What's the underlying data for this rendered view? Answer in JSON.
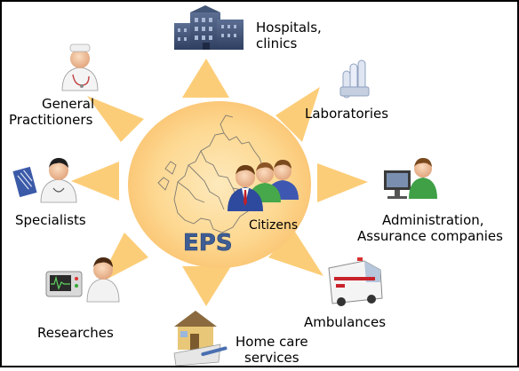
{
  "diagram": {
    "center": {
      "logo_text": "EPS",
      "citizens_label": "Citizens"
    },
    "nodes": {
      "hospitals": {
        "line1": "Hospitals,",
        "line2": "clinics",
        "icon": "hospital-building-icon"
      },
      "laboratories": {
        "line1": "Laboratories",
        "icon": "test-tubes-icon"
      },
      "administration": {
        "line1": "Administration,",
        "line2": "Assurance companies",
        "icon": "computer-user-icon"
      },
      "ambulances": {
        "line1": "Ambulances",
        "icon": "ambulance-icon"
      },
      "home_care": {
        "line1": "Home care",
        "line2": "services",
        "icon": "home-care-icon"
      },
      "researches": {
        "line1": "Researches",
        "icon": "researcher-icon"
      },
      "specialists": {
        "line1": "Specialists",
        "icon": "specialist-icon"
      },
      "general_practitioners": {
        "line1": "General",
        "line2": "Practitioners",
        "icon": "doctor-icon"
      }
    },
    "colors": {
      "sun_outer": "#fde6b4",
      "sun_inner": "#fbc878",
      "ray": "#fccd78",
      "eps_text": "#3e5d94",
      "frame": "#000000"
    }
  }
}
